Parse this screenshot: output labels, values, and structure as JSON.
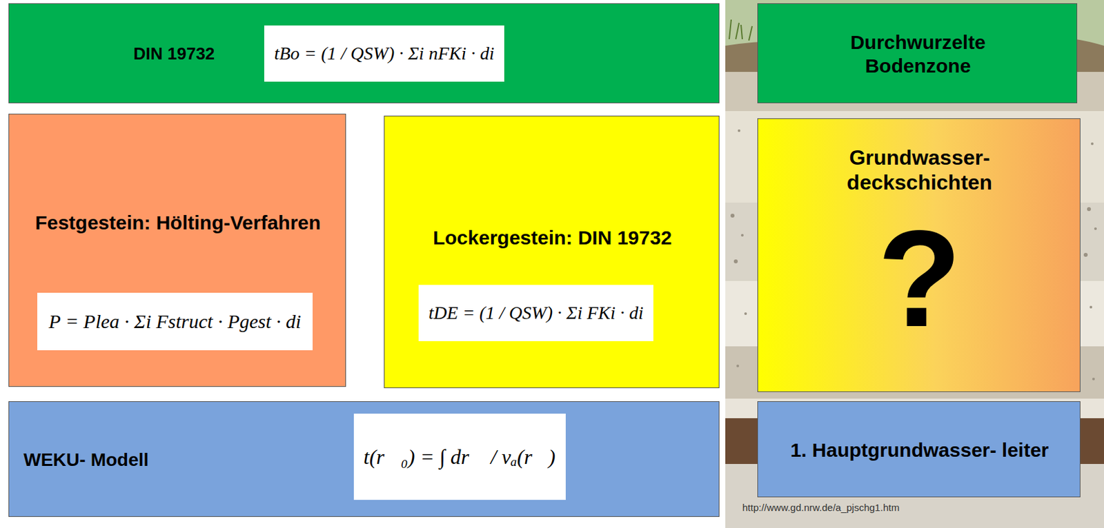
{
  "diagram": {
    "nodes": [
      {
        "text": [
          "DIN 19732"
        ]
      },
      {
        "text": [
          "tBo = (1 / QSW) · Σi nFKi · di"
        ],
        "in": 0
      },
      {
        "text": [
          "Durchwurzelte Bodenzone"
        ]
      },
      {
        "text": [
          "Festgestein: Hölting-Verfahren"
        ]
      },
      {
        "text": [
          "P = Plea · Σi Fstruct · Pgest · di"
        ],
        "in": 3
      },
      {
        "text": [
          "Lockergestein: DIN 19732"
        ]
      },
      {
        "text": [
          "tDE = (1 / QSW) · Σi FKi · di"
        ],
        "in": 5
      },
      {
        "text": [
          "Grundwasser- deckschichten",
          "?"
        ]
      },
      {
        "text": [
          "WEKU- Modell"
        ]
      },
      {
        "text": [
          "t(r⃗₀) = ∫ dr⃗ / vₐ(r⃗)"
        ],
        "in": 8
      },
      {
        "text": [
          "1. Hauptgrundwasser- leiter"
        ]
      }
    ],
    "labels": [
      "http://www.gd.nrw.de/a_pjschg1.htm"
    ]
  }
}
